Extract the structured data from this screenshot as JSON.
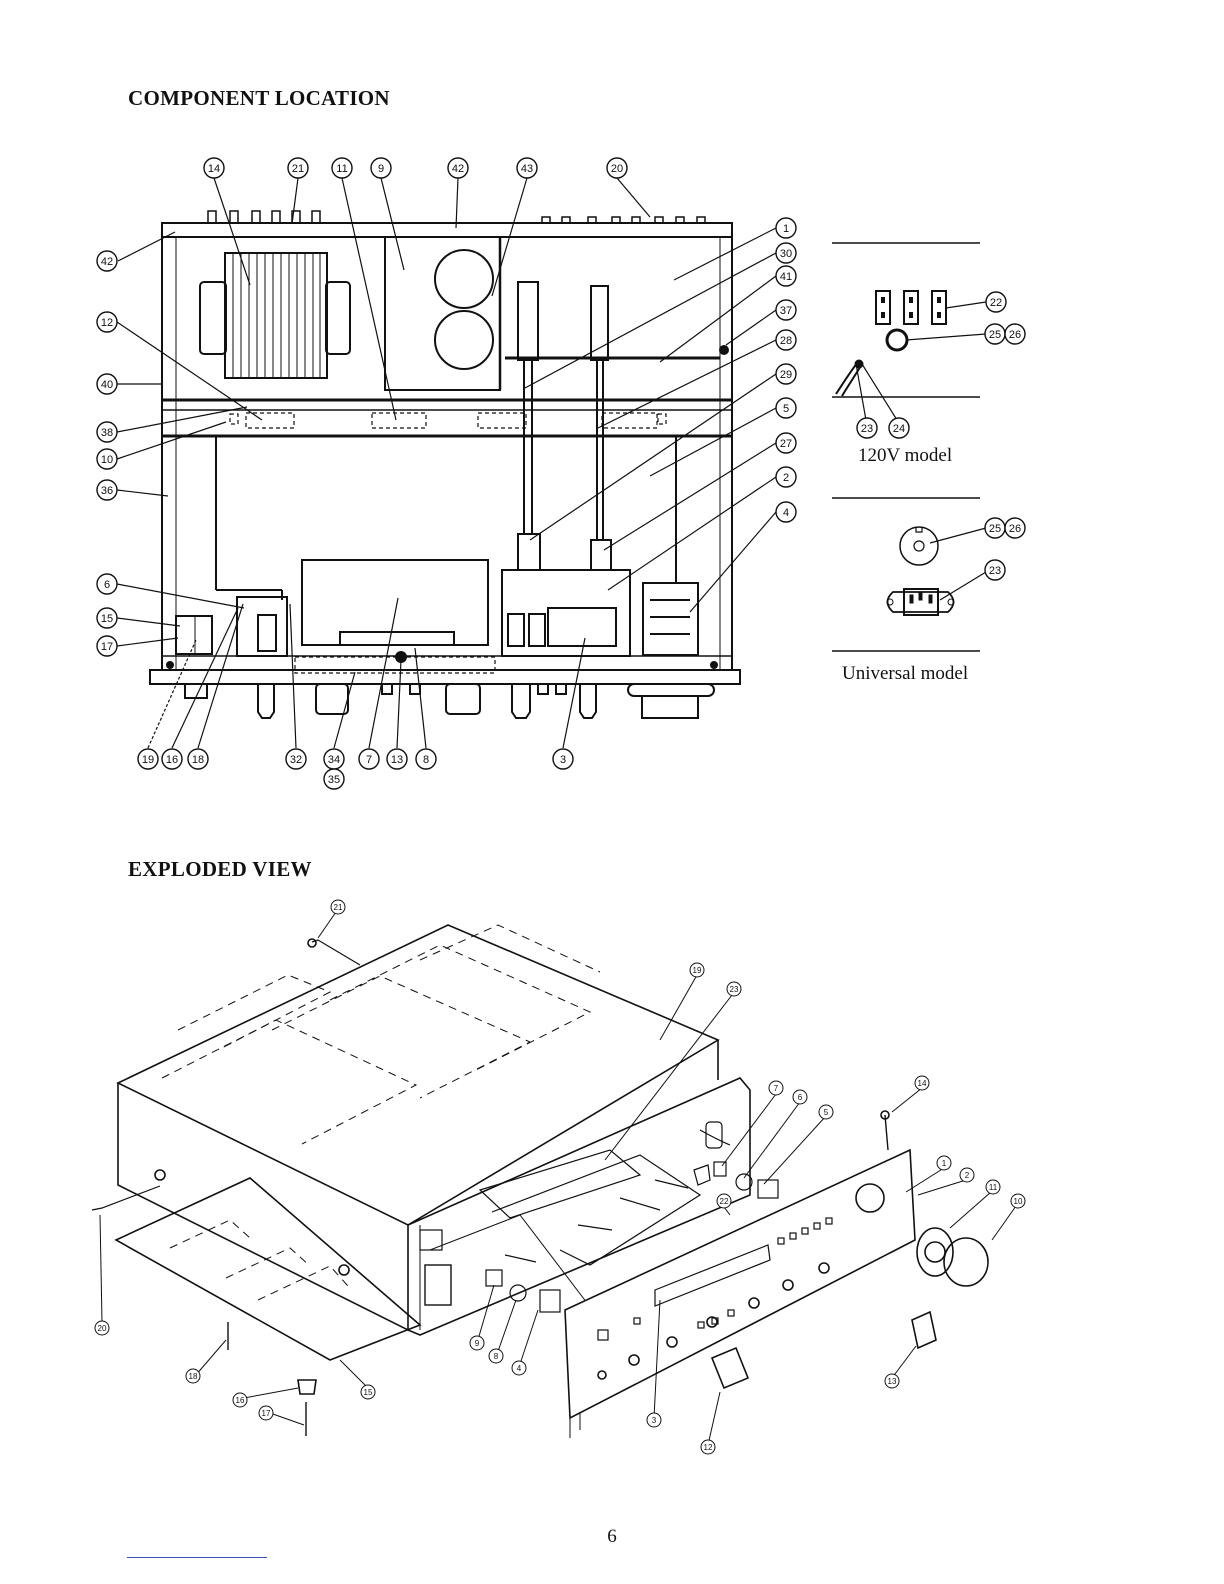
{
  "component_location": {
    "title": "COMPONENT LOCATION",
    "top_callouts": [
      "14",
      "21",
      "11",
      "9",
      "42",
      "43",
      "20"
    ],
    "right_callouts": [
      "1",
      "30",
      "41",
      "37",
      "28",
      "29",
      "5",
      "27",
      "2",
      "4"
    ],
    "left_callouts": [
      "42",
      "12",
      "40",
      "38",
      "10",
      "36",
      "6",
      "15",
      "17"
    ],
    "bottom_callouts": [
      "19",
      "16",
      "18",
      "32",
      "34",
      "35",
      "7",
      "13",
      "8",
      "3"
    ]
  },
  "model_variants": {
    "model_120v": {
      "label": "120V model",
      "callouts": [
        "22",
        "25",
        "26",
        "23",
        "24"
      ]
    },
    "model_universal": {
      "label": "Universal model",
      "callouts": [
        "25",
        "26",
        "23"
      ]
    }
  },
  "exploded_view": {
    "title": "EXPLODED VIEW",
    "callouts": [
      "21",
      "19",
      "23",
      "7",
      "6",
      "5",
      "14",
      "1",
      "2",
      "11",
      "10",
      "22",
      "20",
      "18",
      "16",
      "17",
      "15",
      "9",
      "8",
      "4",
      "3",
      "12",
      "13"
    ]
  },
  "page_number": "6"
}
